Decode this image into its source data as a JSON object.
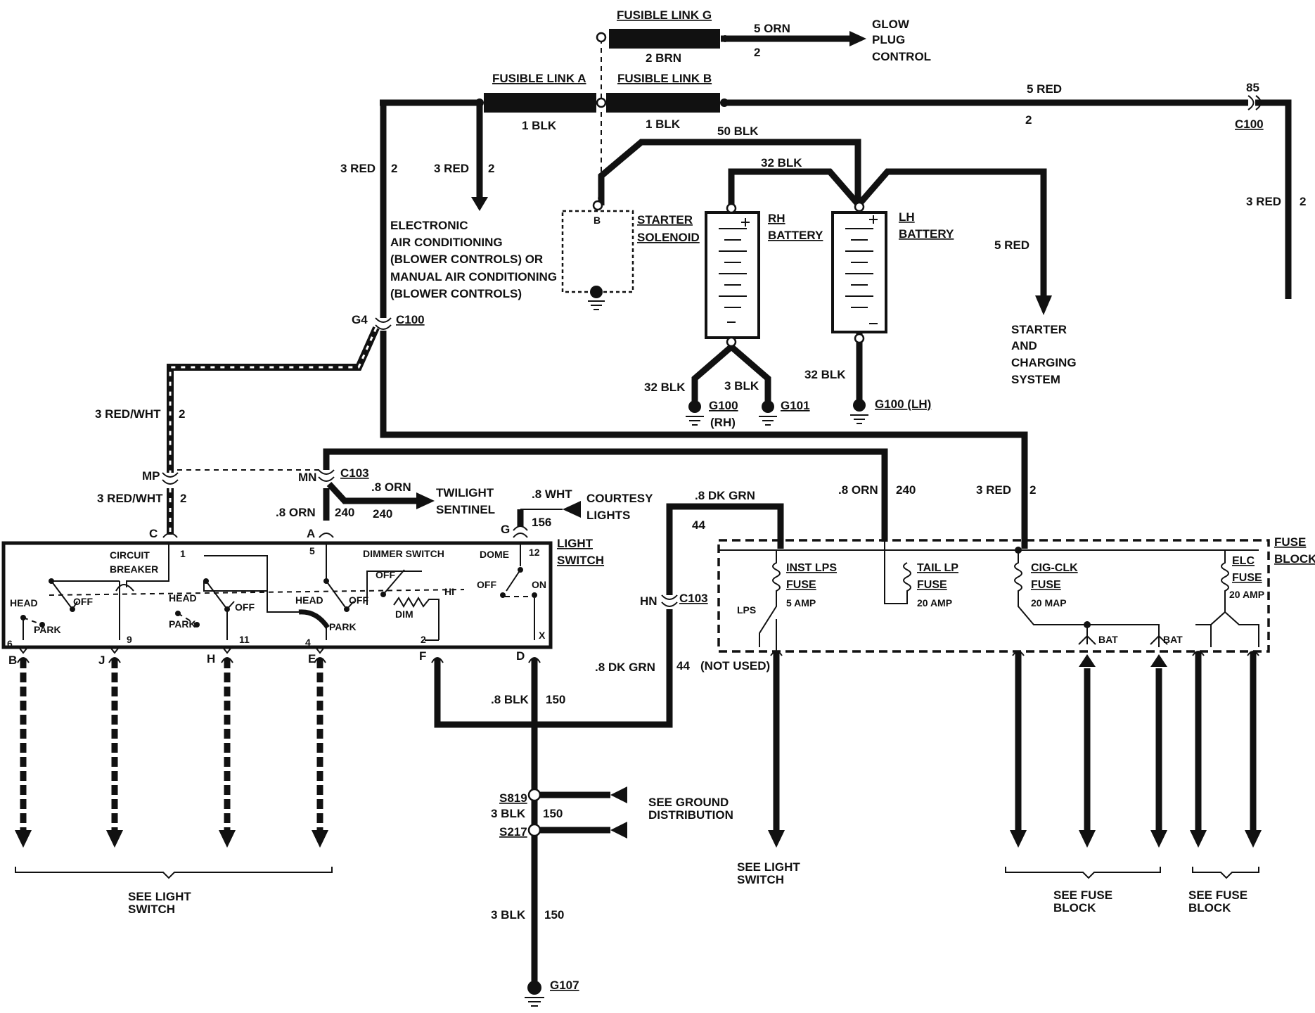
{
  "labels": {
    "fusible_link_g": "FUSIBLE LINK G",
    "fusible_link_a": "FUSIBLE LINK A",
    "fusible_link_b": "FUSIBLE LINK B",
    "w_5orn": "5 ORN",
    "w_2brn": "2 BRN",
    "n_2a": "2",
    "glow_1": "GLOW",
    "glow_2": "PLUG",
    "glow_3": "CONTROL",
    "w_5red_top": "5 RED",
    "n_2_top": "2",
    "n_85": "85",
    "c100_r": "C100",
    "w_1blk_a": "1 BLK",
    "w_1blk_b": "1 BLK",
    "w_50blk": "50 BLK",
    "w_32blk_top": "32 BLK",
    "w_3red_l": "3 RED",
    "n_2_l": "2",
    "w_3red_m": "3 RED",
    "n_2_m": "2",
    "w_3red_r": "3 RED",
    "n_2_r": "2",
    "eac_1": "ELECTRONIC",
    "eac_2": "AIR CONDITIONING",
    "eac_3": "(BLOWER CONTROLS) OR",
    "eac_4": "MANUAL AIR CONDITIONING",
    "eac_5": "(BLOWER CONTROLS)",
    "starter_1": "STARTER",
    "starter_2": "SOLENOID",
    "starter_b": "B",
    "rh_1": "RH",
    "rh_2": "BATTERY",
    "lh_1": "LH",
    "lh_2": "BATTERY",
    "w_5red_mid": "5 RED",
    "sc_1": "STARTER",
    "sc_2": "AND",
    "sc_3": "CHARGING",
    "sc_4": "SYSTEM",
    "g4": "G4",
    "c100_l": "C100",
    "w_32blk_l": "32 BLK",
    "w_3blk_rh": "3 BLK",
    "w_32blk_r": "32 BLK",
    "g100rh": "G100",
    "g100rh_2": "(RH)",
    "g101": "G101",
    "g100lh": "G100 (LH)",
    "w_3redwht_1": "3 RED/WHT",
    "n_2_rw1": "2",
    "mp": "MP",
    "w_3redwht_2": "3 RED/WHT",
    "n_2_rw2": "2",
    "mn": "MN",
    "c103_top": "C103",
    "w_8orn_tw": ".8 ORN",
    "n_240_tw": "240",
    "w_8orn_a": ".8 ORN",
    "n_240_a": "240",
    "twilight_1": "TWILIGHT",
    "twilight_2": "SENTINEL",
    "w_8wht": ".8 WHT",
    "courtesy_1": "COURTESY",
    "courtesy_2": "LIGHTS",
    "pin_g": "G",
    "n_156": "156",
    "ls_1": "LIGHT",
    "ls_2": "SWITCH",
    "w_8dkgrn_top": ".8 DK GRN",
    "n_44_top": "44",
    "w_8orn_r": ".8 ORN",
    "n_240_r": "240",
    "w_3red_fb": "3 RED",
    "n_2_fb": "2",
    "fb_1": "FUSE",
    "fb_2": "BLOCK",
    "pin_c": "C",
    "pin_a": "A",
    "n_1": "1",
    "n_5": "5",
    "cb_1": "CIRCUIT",
    "cb_2": "BREAKER",
    "dimmer": "DIMMER SWITCH",
    "dome": "DOME",
    "n_12": "12",
    "head_1": "HEAD",
    "off_1": "OFF",
    "park_1": "PARK",
    "head_2": "HEAD",
    "off_2": "OFF",
    "park_2": "PARK",
    "head_3": "HEAD",
    "off_3": "OFF",
    "park_3": "PARK",
    "off_dim": "OFF",
    "hi": "HI",
    "dim": "DIM",
    "off_dome": "OFF",
    "on_dome": "ON",
    "n_6": "6",
    "n_9": "9",
    "n_11": "11",
    "n_4": "4",
    "n_2_ls": "2",
    "n_x": "X",
    "pin_b": "B",
    "pin_j": "J",
    "pin_h": "H",
    "pin_e": "E",
    "pin_f": "F",
    "pin_d": "D",
    "hn": "HN",
    "c103_b": "C103",
    "inst_1": "INST LPS",
    "inst_2": "FUSE",
    "inst_3": "5 AMP",
    "lps": "LPS",
    "tail_1": "TAIL LP",
    "tail_2": "FUSE",
    "tail_3": "20 AMP",
    "cig_1": "CIG-CLK",
    "cig_2": "FUSE",
    "cig_3": "20 MAP",
    "elc_1": "ELC",
    "elc_2": "FUSE",
    "elc_3": "20 AMP",
    "bat_1": "BAT",
    "bat_2": "BAT",
    "w_8dkgrn_b": ".8 DK GRN",
    "n_44_b": "44",
    "not_used": "(NOT USED)",
    "w_8blk": ".8 BLK",
    "n_150_a": "150",
    "s819": "S819",
    "w_3blk_1": "3 BLK",
    "n_150_b": "150",
    "s217": "S217",
    "sgd_1": "SEE GROUND",
    "sgd_2": "DISTRIBUTION",
    "w_3blk_2": "3 BLK",
    "n_150_c": "150",
    "g107": "G107",
    "sls_l_1": "SEE LIGHT",
    "sls_l_2": "SWITCH",
    "sls_m_1": "SEE LIGHT",
    "sls_m_2": "SWITCH",
    "sfb1_1": "SEE FUSE",
    "sfb1_2": "BLOCK",
    "sfb2_1": "SEE FUSE",
    "sfb2_2": "BLOCK"
  }
}
